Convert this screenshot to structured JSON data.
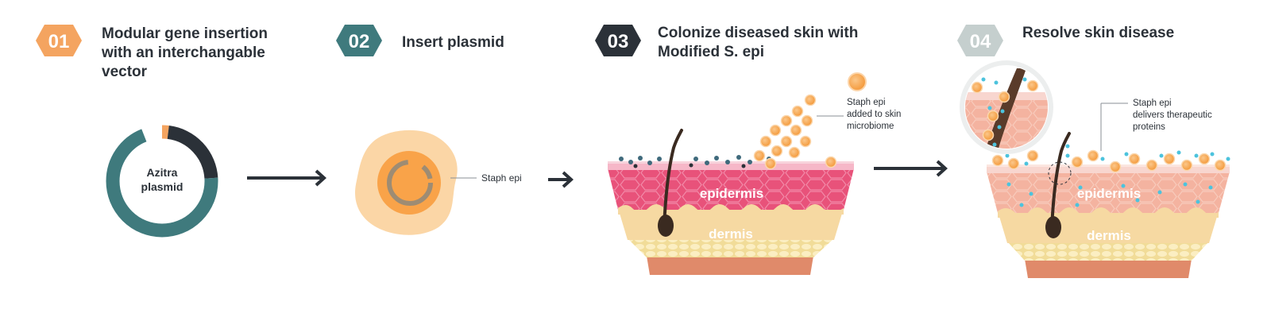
{
  "steps": [
    {
      "number": "01",
      "title_lines": [
        "Modular gene insertion",
        "with an interchangable",
        "vector"
      ],
      "color": "#f4a460"
    },
    {
      "number": "02",
      "title_lines": [
        "Insert plasmid"
      ],
      "color": "#3f7a7d"
    },
    {
      "number": "03",
      "title_lines": [
        "Colonize diseased skin with",
        "Modified S. epi"
      ],
      "color": "#2b3138"
    },
    {
      "number": "04",
      "title_lines": [
        "Resolve skin disease"
      ],
      "color": "#c5cfce"
    }
  ],
  "plasmid": {
    "label_lines": [
      "Azitra",
      "plasmid"
    ],
    "segments": [
      {
        "name": "teal-backbone",
        "fraction": 0.7,
        "color": "#3f7a7d"
      },
      {
        "name": "orange-insert",
        "fraction": 0.08,
        "color": "#f4a460"
      },
      {
        "name": "dark-insert",
        "fraction": 0.22,
        "color": "#2b3138"
      }
    ]
  },
  "cell": {
    "label": "Staph epi"
  },
  "skin": {
    "epidermis_label": "epidermis",
    "dermis_label": "dermis",
    "colonize_note_lines": [
      "Staph epi",
      "added to skin",
      "microbiome"
    ],
    "resolve_note_lines": [
      "Staph epi",
      "delivers therapeutic",
      "proteins"
    ]
  },
  "colors": {
    "text": "#2b3138",
    "orange": "#f4a460",
    "teal": "#3f7a7d",
    "pink_epidermis": "#e8527a",
    "light_epidermis": "#f4b3a0",
    "dermis": "#f6d9a2",
    "fat": "#f3e2a6",
    "base": "#e08a6a",
    "therapeutic_dot": "#4cc3dd"
  }
}
